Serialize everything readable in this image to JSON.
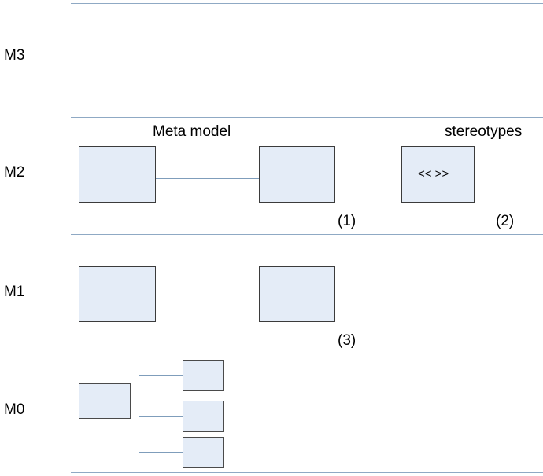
{
  "diagram": {
    "levels": [
      {
        "label": "M3"
      },
      {
        "label": "M2"
      },
      {
        "label": "M1"
      },
      {
        "label": "M0"
      }
    ],
    "titles": [
      {
        "text": "Meta model"
      },
      {
        "text": "stereotypes"
      }
    ],
    "captions": [
      {
        "text": "(1)"
      },
      {
        "text": "(2)"
      },
      {
        "text": "(3)"
      }
    ],
    "stereotype_box": {
      "text": "<<   >>"
    },
    "colors": {
      "box_fill": "#e4ecf7",
      "box_border": "#3b3b3b",
      "rule_line": "#8fa9c4",
      "connector": "#7f9dbb"
    }
  }
}
